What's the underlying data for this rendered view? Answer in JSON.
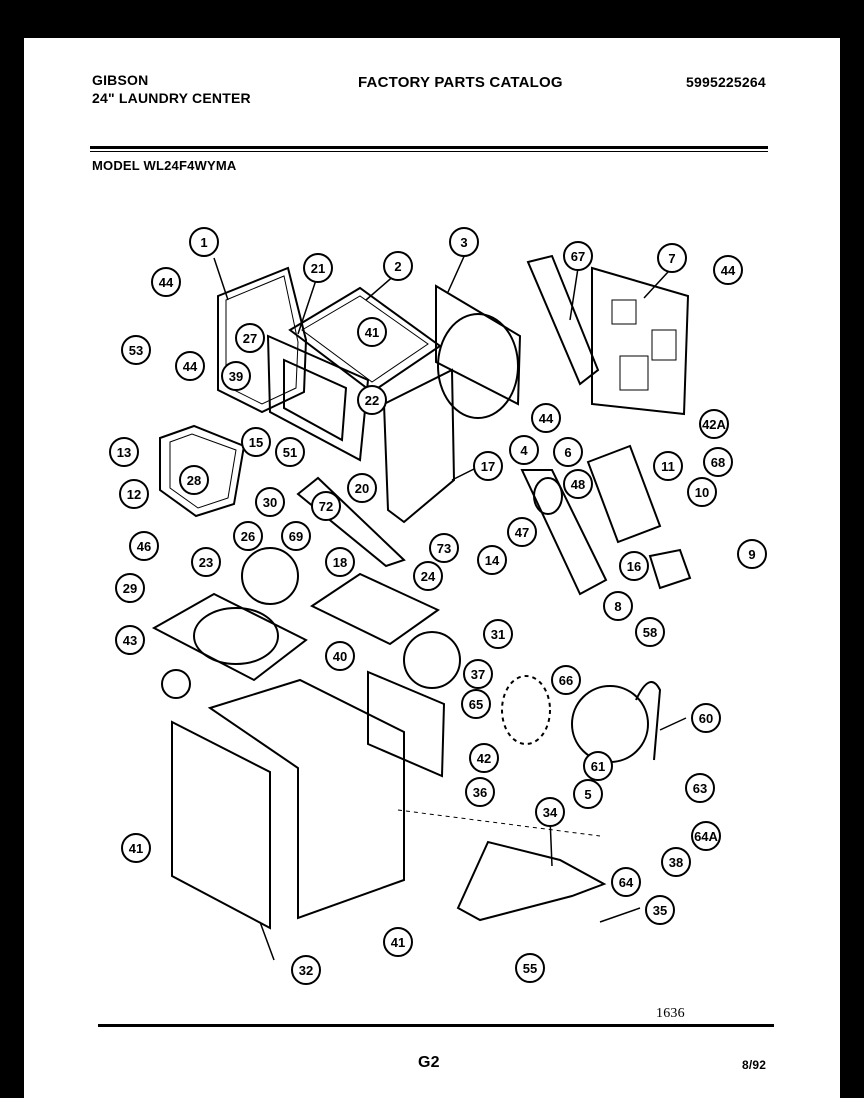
{
  "header": {
    "brand": "GIBSON",
    "product": "24\" LAUNDRY CENTER",
    "catalog_title": "FACTORY PARTS CATALOG",
    "catalog_number": "5995225264",
    "model": "MODEL WL24F4WYMA"
  },
  "footer": {
    "code": "1636",
    "page": "G2",
    "date": "8/92"
  },
  "callouts": [
    "1",
    "2",
    "3",
    "4",
    "5",
    "6",
    "7",
    "8",
    "9",
    "10",
    "11",
    "12",
    "13",
    "14",
    "15",
    "16",
    "17",
    "18",
    "20",
    "21",
    "22",
    "23",
    "24",
    "26",
    "27",
    "28",
    "29",
    "30",
    "31",
    "32",
    "34",
    "35",
    "36",
    "37",
    "38",
    "39",
    "40",
    "41",
    "42",
    "42A",
    "43",
    "44",
    "46",
    "47",
    "48",
    "51",
    "53",
    "55",
    "58",
    "60",
    "61",
    "63",
    "64",
    "64A",
    "65",
    "66",
    "67",
    "68",
    "69",
    "72",
    "73"
  ]
}
